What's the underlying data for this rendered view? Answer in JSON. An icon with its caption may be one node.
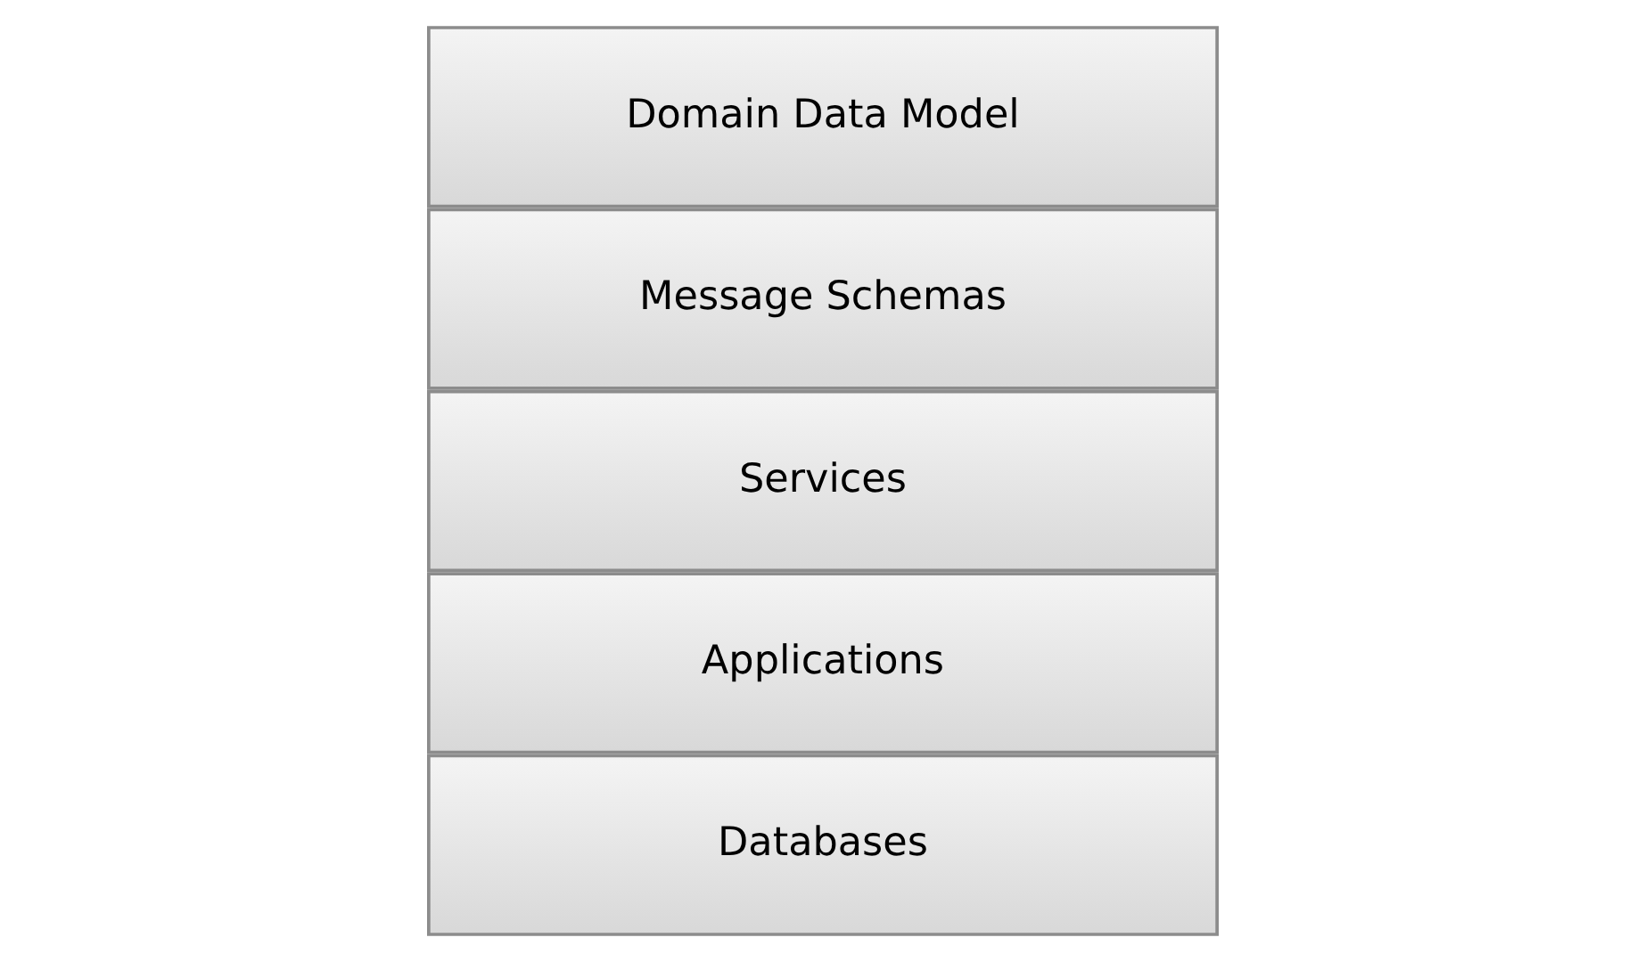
{
  "diagram": {
    "nodes": [
      {
        "text": [
          "Domain Data Model"
        ]
      },
      {
        "text": [
          "Message Schemas"
        ]
      },
      {
        "text": [
          "Services"
        ]
      },
      {
        "text": [
          "Applications"
        ]
      },
      {
        "text": [
          "Databases"
        ]
      }
    ]
  }
}
